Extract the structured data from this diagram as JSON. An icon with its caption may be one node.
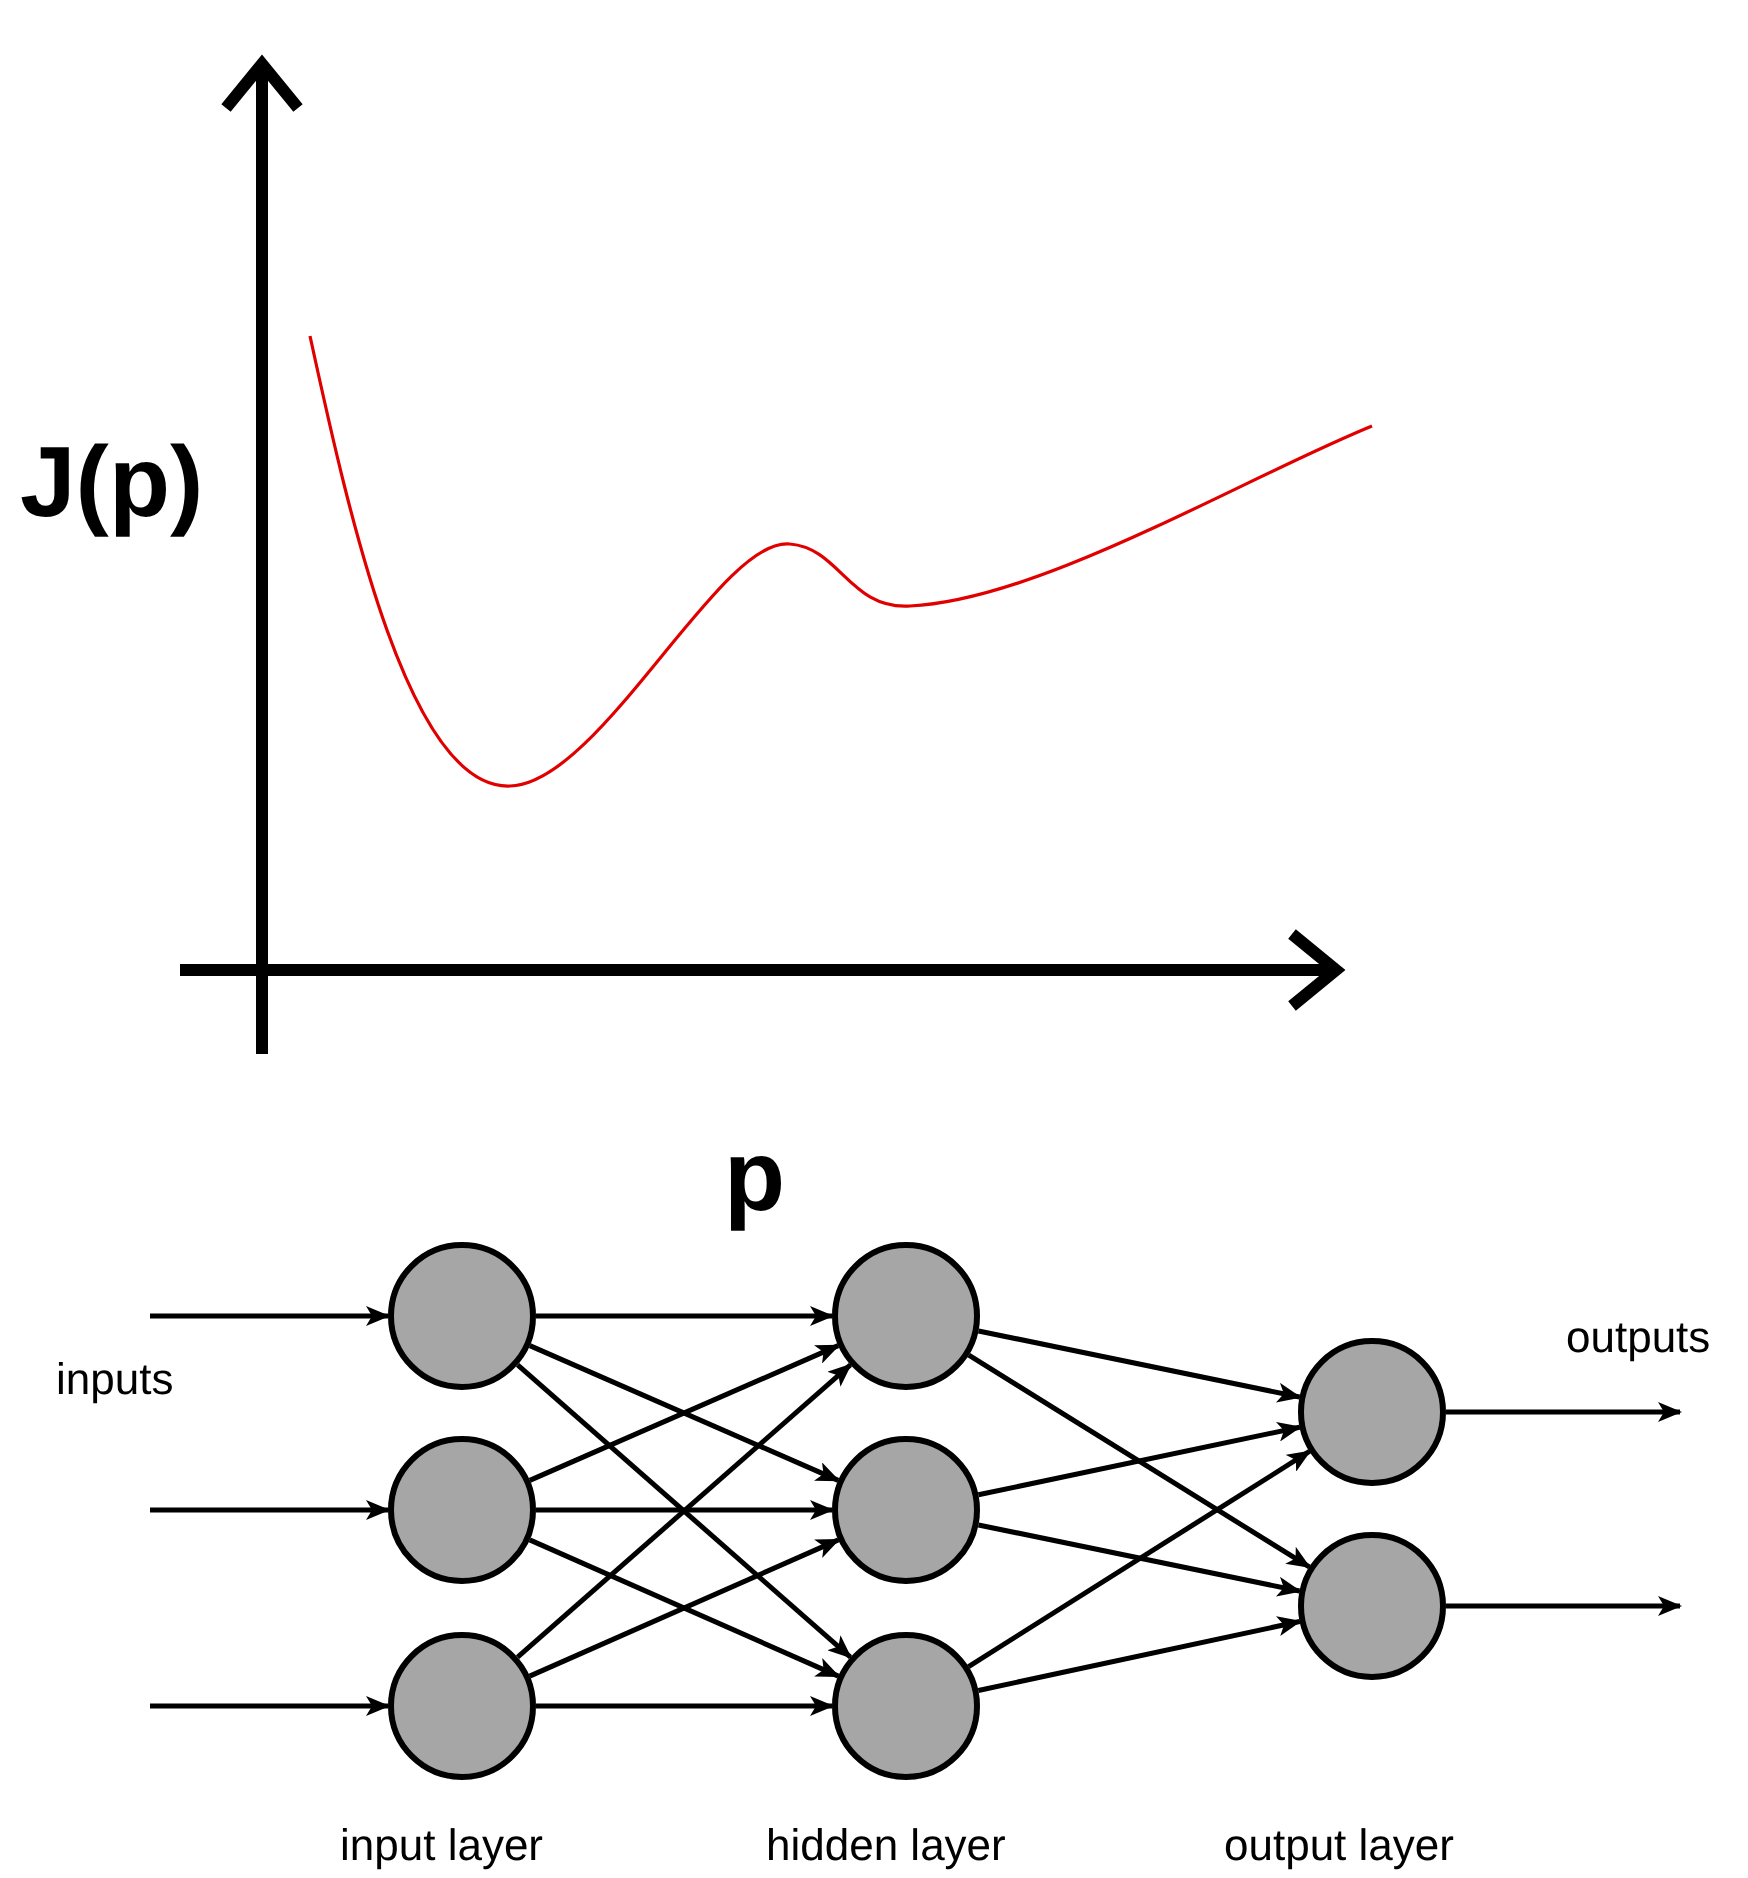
{
  "diagram": {
    "nodes": [
      {
        "text": [],
        "shape": "circle"
      },
      {
        "text": [],
        "shape": "circle"
      },
      {
        "text": [],
        "shape": "circle"
      },
      {
        "text": [],
        "shape": "circle"
      },
      {
        "text": [],
        "shape": "circle"
      },
      {
        "text": [],
        "shape": "circle"
      },
      {
        "text": [],
        "shape": "circle"
      },
      {
        "text": [],
        "shape": "circle"
      }
    ],
    "edges": [
      {
        "from": null,
        "to": 0,
        "arrow": "to"
      },
      {
        "from": null,
        "to": 1,
        "arrow": "to"
      },
      {
        "from": null,
        "to": 2,
        "arrow": "to"
      },
      {
        "from": 0,
        "to": 3,
        "arrow": "to"
      },
      {
        "from": 0,
        "to": 4,
        "arrow": "to"
      },
      {
        "from": 0,
        "to": 5,
        "arrow": "to"
      },
      {
        "from": 1,
        "to": 3,
        "arrow": "to"
      },
      {
        "from": 1,
        "to": 4,
        "arrow": "to"
      },
      {
        "from": 1,
        "to": 5,
        "arrow": "to"
      },
      {
        "from": 2,
        "to": 3,
        "arrow": "to"
      },
      {
        "from": 2,
        "to": 4,
        "arrow": "to"
      },
      {
        "from": 2,
        "to": 5,
        "arrow": "to"
      },
      {
        "from": 3,
        "to": 6,
        "arrow": "to"
      },
      {
        "from": 3,
        "to": 7,
        "arrow": "to"
      },
      {
        "from": 4,
        "to": 6,
        "arrow": "to"
      },
      {
        "from": 4,
        "to": 7,
        "arrow": "to"
      },
      {
        "from": 5,
        "to": 6,
        "arrow": "to"
      },
      {
        "from": 5,
        "to": 7,
        "arrow": "to"
      },
      {
        "from": 6,
        "to": null,
        "arrow": "to"
      },
      {
        "from": 7,
        "to": null,
        "arrow": "to"
      }
    ],
    "labels": [
      "J(p)",
      "p",
      "inputs",
      "outputs",
      "input layer",
      "hidden layer",
      "output layer"
    ]
  }
}
